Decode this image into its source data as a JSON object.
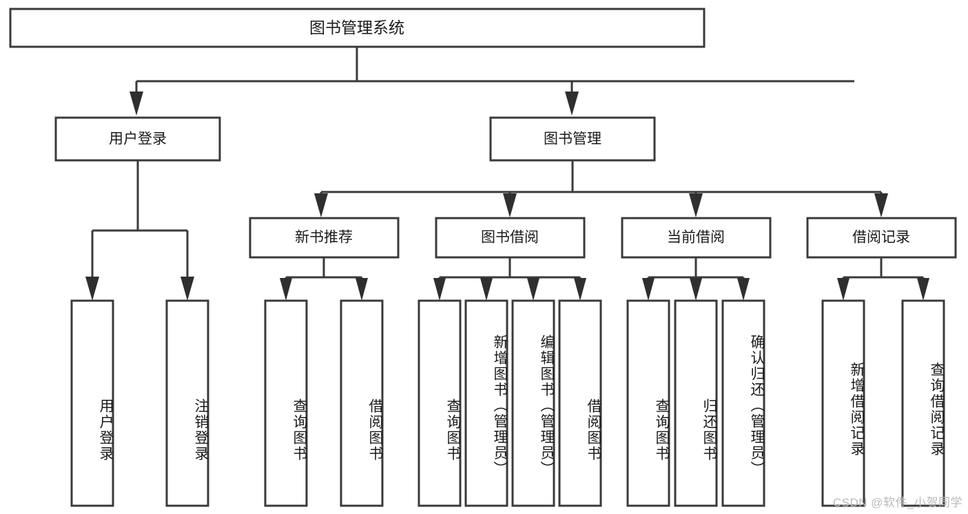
{
  "diagram": {
    "type": "hierarchy-tree",
    "title": "图书管理系统",
    "watermark": "CSDN @软件_小贺同学",
    "colors": {
      "background": "#ffffff",
      "line": "#3a3a3a",
      "box_fill": "#ffffff",
      "text": "#1a1a1a",
      "watermark": "#b9b9b9"
    },
    "root": {
      "label": "图书管理系统"
    },
    "level2": [
      {
        "id": "user-login",
        "label": "用户登录"
      },
      {
        "id": "book-management",
        "label": "图书管理"
      }
    ],
    "level3": [
      {
        "id": "new-book-recommend",
        "label": "新书推荐",
        "parent": "book-management"
      },
      {
        "id": "book-borrow",
        "label": "图书借阅",
        "parent": "book-management"
      },
      {
        "id": "current-borrow",
        "label": "当前借阅",
        "parent": "book-management"
      },
      {
        "id": "borrow-record",
        "label": "借阅记录",
        "parent": "book-management"
      }
    ],
    "leaves": {
      "user-login": [
        {
          "id": "leaf-user-login",
          "label": "用户登录"
        },
        {
          "id": "leaf-user-logout",
          "label": "注销登录"
        }
      ],
      "new-book-recommend": [
        {
          "id": "leaf-query-book-1",
          "label": "查询图书"
        },
        {
          "id": "leaf-borrow-book-1",
          "label": "借阅图书"
        }
      ],
      "book-borrow": [
        {
          "id": "leaf-query-book-2",
          "label": "查询图书"
        },
        {
          "id": "leaf-add-book",
          "label": "新增图书（管理员）"
        },
        {
          "id": "leaf-edit-book",
          "label": "编辑图书（管理员）"
        },
        {
          "id": "leaf-borrow-book-2",
          "label": "借阅图书"
        }
      ],
      "current-borrow": [
        {
          "id": "leaf-query-book-3",
          "label": "查询图书"
        },
        {
          "id": "leaf-return-book",
          "label": "归还图书"
        },
        {
          "id": "leaf-confirm-return",
          "label": "确认归还（管理员）"
        }
      ],
      "borrow-record": [
        {
          "id": "leaf-add-record",
          "label": "新增借阅记录"
        },
        {
          "id": "leaf-query-record",
          "label": "查询借阅记录"
        }
      ]
    }
  }
}
